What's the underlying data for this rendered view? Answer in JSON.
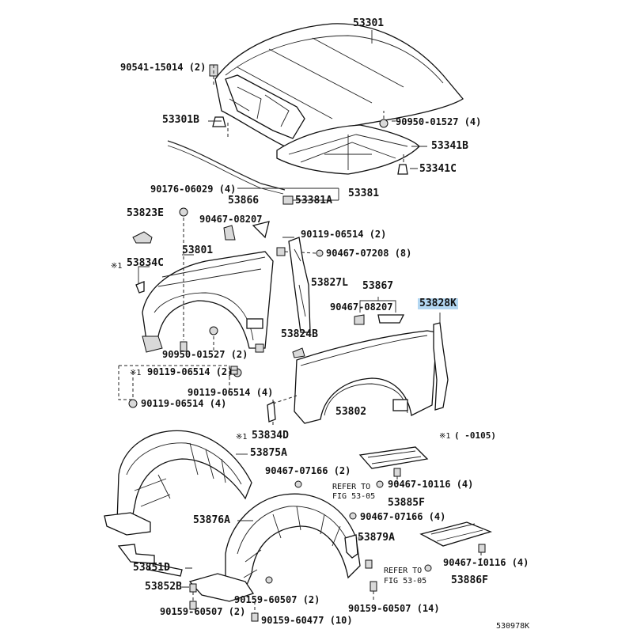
{
  "labels": {
    "p53301": "53301",
    "p90541": "90541-15014 (2)",
    "p53301b": "53301B",
    "p90950_top": "90950-01527 (4)",
    "p53341b": "53341B",
    "p53341c": "53341C",
    "p90176": "90176-06029 (4)",
    "p53381": "53381",
    "p53381a": "53381A",
    "p53866": "53866",
    "p53823e": "53823E",
    "p90467_08207_a": "90467-08207",
    "p90119_top": "90119-06514 (2)",
    "p53801": "53801",
    "p90467_07208": "90467-07208 (8)",
    "p53834c": "53834C",
    "mark_53834c": "※1",
    "p53827l": "53827L",
    "p53867": "53867",
    "p90467_08207_b": "90467-08207",
    "p53828k": "53828K",
    "p53824b": "53824B",
    "p90950_mid": "90950-01527 (2)",
    "p90119_mid": "90119-06514 (2)",
    "mark_90119_mid": "※1",
    "p90119_four": "90119-06514 (4)",
    "p90119_bot": "90119-06514 (4)",
    "p53802": "53802",
    "p53834d": "53834D",
    "mark_53834d": "※1",
    "note_mark": "※1",
    "note_range": "(      -0105)",
    "p53875a": "53875A",
    "p90467_07166_a": "90467-07166 (2)",
    "refer1_line1": "REFER TO",
    "refer1_line2": "FIG 53-05",
    "p90467_10116_a": "90467-10116 (4)",
    "p53885f": "53885F",
    "p53876a": "53876A",
    "p90467_07166_b": "90467-07166 (4)",
    "p53879a": "53879A",
    "p53851d": "53851D",
    "refer2_line1": "REFER TO",
    "refer2_line2": "FIG 53-05",
    "p90467_10116_b": "90467-10116 (4)",
    "p53852b": "53852B",
    "p90159_60507_a": "90159-60507 (2)",
    "p90159_60507_b": "90159-60507 (2)",
    "p90159_60507_c": "90159-60507 (14)",
    "p53886f": "53886F",
    "p90159_60477": "90159-60477 (10)",
    "fig_code": "530978K"
  },
  "highlight_color": "#b3d7f2"
}
